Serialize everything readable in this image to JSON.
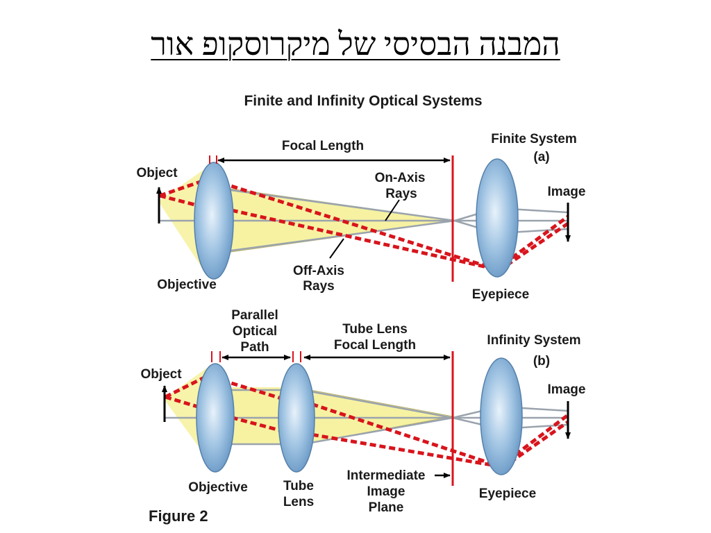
{
  "slide": {
    "title": "המבנה הבסיסי של מיקרוסקופ אור"
  },
  "figure": {
    "heading": "Finite and Infinity Optical Systems",
    "caption": "Figure 2",
    "finite": {
      "system_label": "Finite System",
      "system_tag": "(a)",
      "focal_length": "Focal Length",
      "object": "Object",
      "image": "Image",
      "on_axis_1": "On-Axis",
      "on_axis_2": "Rays",
      "off_axis_1": "Off-Axis",
      "off_axis_2": "Rays",
      "objective": "Objective",
      "eyepiece": "Eyepiece"
    },
    "infinity": {
      "system_label": "Infinity System",
      "system_tag": "(b)",
      "parallel_1": "Parallel",
      "parallel_2": "Optical",
      "parallel_3": "Path",
      "tube_focal_1": "Tube Lens",
      "tube_focal_2": "Focal Length",
      "object": "Object",
      "image": "Image",
      "objective": "Objective",
      "tube_lens_1": "Tube",
      "tube_lens_2": "Lens",
      "intermediate_1": "Intermediate",
      "intermediate_2": "Image",
      "intermediate_3": "Plane",
      "eyepiece": "Eyepiece"
    },
    "colors": {
      "ray_fill": "#f6f2a2",
      "off_axis_dash": "#d8141c",
      "image_plane": "#d8141c",
      "lens_fill": "#8fb7d9",
      "ray_line": "#9aa3ad"
    }
  }
}
